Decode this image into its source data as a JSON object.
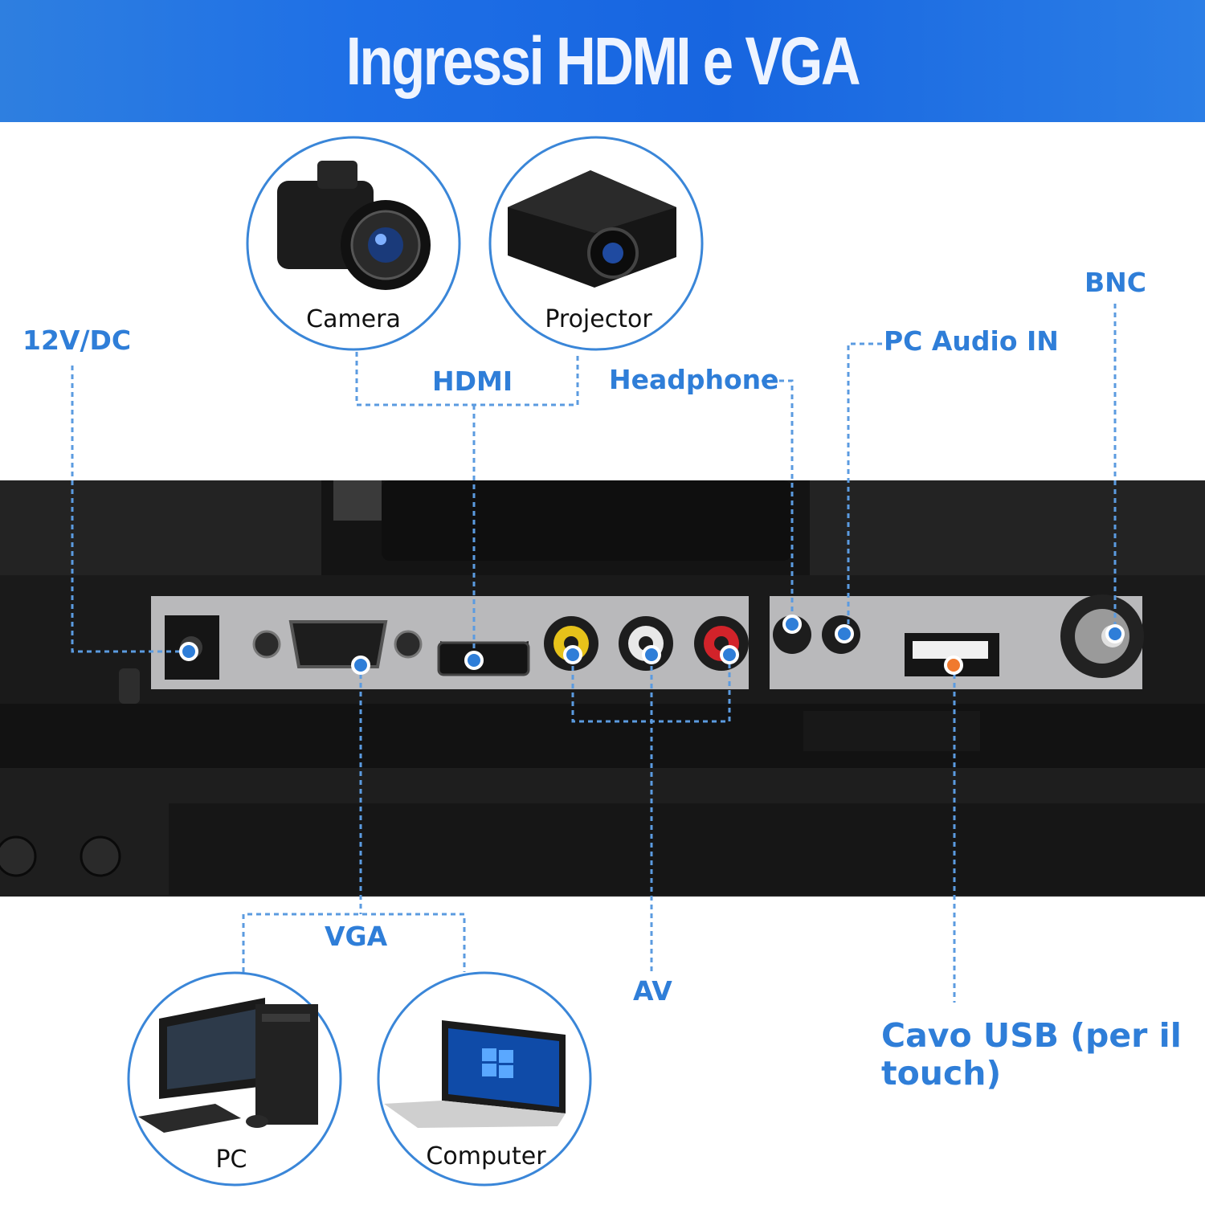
{
  "banner": {
    "title": "Ingressi HDMI e VGA"
  },
  "devices": {
    "camera": "Camera",
    "projector": "Projector",
    "pc": "PC",
    "computer": "Computer"
  },
  "ports": {
    "dc": "12V/DC",
    "hdmi": "HDMI",
    "headphone": "Headphone",
    "pc_audio": "PC Audio IN",
    "bnc": "BNC",
    "vga": "VGA",
    "av": "AV",
    "usb_line1": "Cavo USB (per il",
    "usb_line2": "touch)"
  },
  "colors": {
    "accent": "#2f7ed8",
    "banner": "#1e6fe6",
    "panel": "#1a1a1a",
    "port_plate": "#b9b9bb",
    "rca_yellow": "#e6c21a",
    "rca_white": "#e8e8e8",
    "rca_red": "#d2232a",
    "usb_dot": "#f07a2e"
  }
}
